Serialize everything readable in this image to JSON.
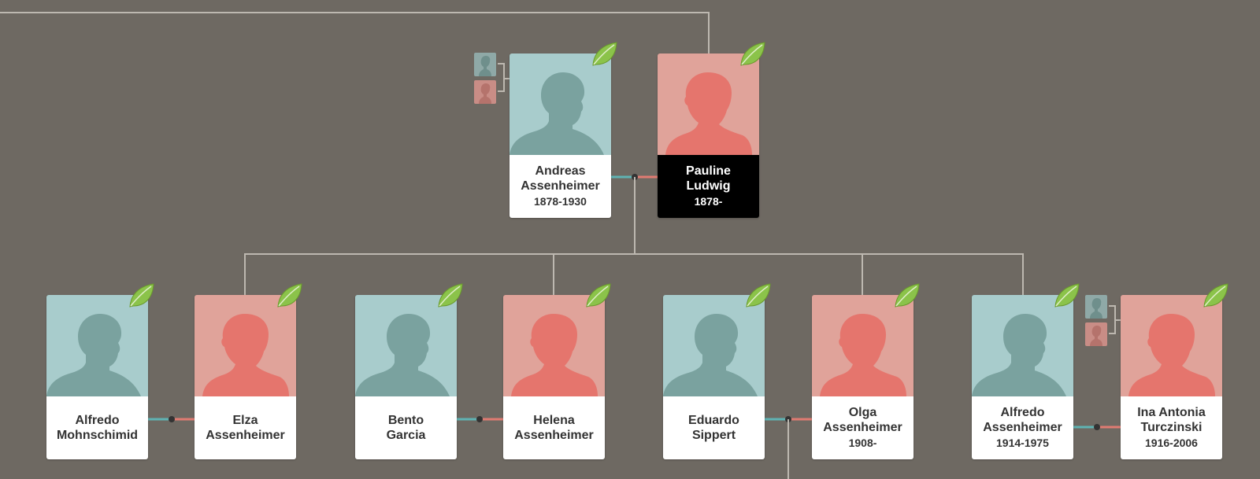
{
  "colors": {
    "background": "#6e6962",
    "male_photo": "#a8cccc",
    "male_silhouette": "#7aa29f",
    "female_photo": "#e0a39a",
    "female_silhouette": "#e5756d",
    "connector": "#bdb8b0",
    "spouse_male": "#5fb3b3",
    "spouse_female": "#e07b72",
    "leaf": "#8bc34a",
    "selected": "#000000"
  },
  "people": {
    "andreas": {
      "first": "Andreas",
      "last": "Assenheimer",
      "dates": "1878-1930",
      "gender": "male",
      "icon": "hint-leaf-icon"
    },
    "pauline": {
      "first": "Pauline",
      "last": "Ludwig",
      "dates": "1878-",
      "gender": "female",
      "selected": true,
      "icon": "hint-leaf-icon"
    },
    "alfredo_m": {
      "first": "Alfredo",
      "last": "Mohnschimid",
      "dates": "",
      "gender": "male",
      "icon": "hint-leaf-icon"
    },
    "elza": {
      "first": "Elza",
      "last": "Assenheimer",
      "dates": "",
      "gender": "female",
      "icon": "hint-leaf-icon"
    },
    "bento": {
      "first": "Bento",
      "last": "Garcia",
      "dates": "",
      "gender": "male",
      "icon": "hint-leaf-icon"
    },
    "helena": {
      "first": "Helena",
      "last": "Assenheimer",
      "dates": "",
      "gender": "female",
      "icon": "hint-leaf-icon"
    },
    "eduardo": {
      "first": "Eduardo",
      "last": "Sippert",
      "dates": "",
      "gender": "male",
      "icon": "hint-leaf-icon"
    },
    "olga": {
      "first": "Olga",
      "last": "Assenheimer",
      "dates": "1908-",
      "gender": "female",
      "icon": "hint-leaf-icon"
    },
    "alfredo_a": {
      "first": "Alfredo",
      "last": "Assenheimer",
      "dates": "1914-1975",
      "gender": "male",
      "icon": "hint-leaf-icon"
    },
    "ina": {
      "first": "Ina Antonia",
      "last": "Turczinski",
      "dates": "1916-2006",
      "gender": "female",
      "icon": "hint-leaf-icon"
    }
  }
}
